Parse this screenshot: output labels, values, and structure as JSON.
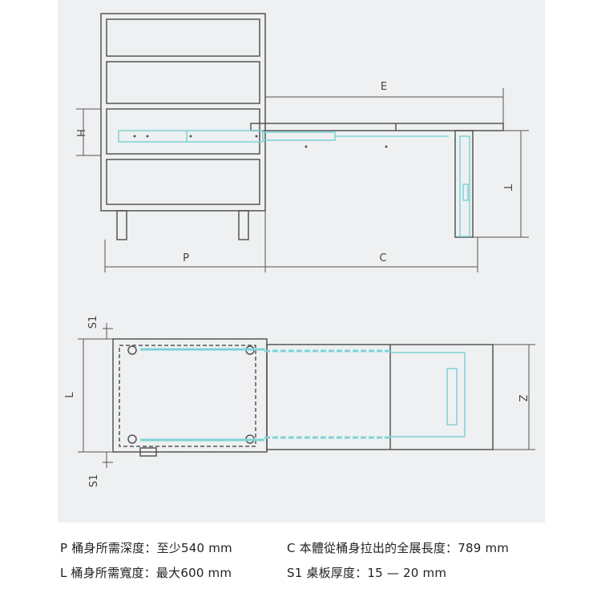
{
  "labels": {
    "E": "E",
    "H": "H",
    "T": "T",
    "P": "P",
    "C": "C",
    "S1_top": "S1",
    "L": "L",
    "Z": "Z",
    "S1_bottom": "S1"
  },
  "specs": {
    "p_label": "P 桶身所需深度：至少540 mm",
    "c_label": "C  本體從桶身拉出的全展長度：789 mm",
    "l_label": "L 桶身所需寬度：最大600 mm",
    "s1_label": "S1 桌板厚度：15 — 20 mm"
  },
  "colors": {
    "line": "#555555",
    "rail": "#7fd3d6",
    "panel": "#eef0f1"
  }
}
